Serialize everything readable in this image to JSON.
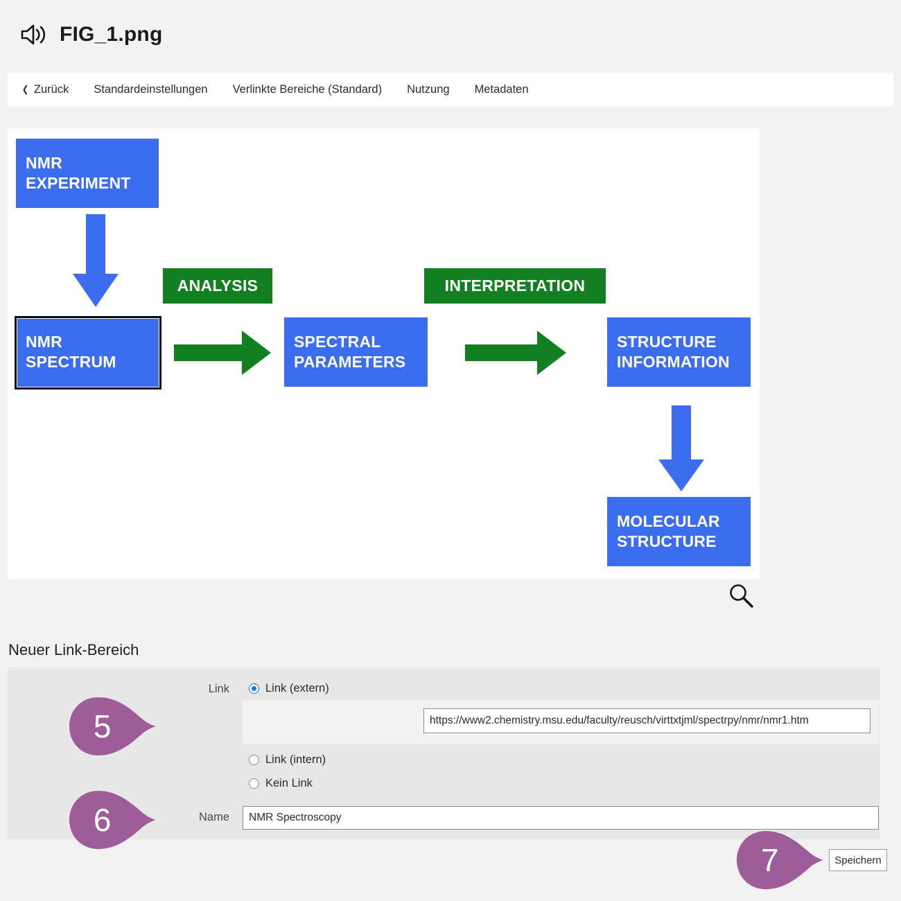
{
  "header": {
    "icon": "speaker-icon",
    "title": "FIG_1.png"
  },
  "nav": {
    "back_label": "Zurück",
    "back_chevron": "❮",
    "items": [
      "Standardeinstellungen",
      "Verlinkte Bereiche (Standard)",
      "Nutzung",
      "Metadaten"
    ]
  },
  "image_panel": {
    "zoom_icon": "magnifier-icon",
    "diagram": {
      "blue_color": "#3c6df0",
      "green_color": "#128020",
      "boxes": [
        {
          "id": "nmr-experiment",
          "lines": [
            "NMR",
            "EXPERIMENT"
          ],
          "kind": "blue",
          "selected": false
        },
        {
          "id": "nmr-spectrum",
          "lines": [
            "NMR",
            "SPECTRUM"
          ],
          "kind": "blue",
          "selected": true
        },
        {
          "id": "spectral-parameters",
          "lines": [
            "SPECTRAL",
            "PARAMETERS"
          ],
          "kind": "blue",
          "selected": false
        },
        {
          "id": "structure-information",
          "lines": [
            "STRUCTURE",
            "INFORMATION"
          ],
          "kind": "blue",
          "selected": false
        },
        {
          "id": "molecular-structure",
          "lines": [
            "MOLECULAR",
            "STRUCTURE"
          ],
          "kind": "blue",
          "selected": false
        },
        {
          "id": "analysis",
          "lines": [
            "ANALYSIS"
          ],
          "kind": "green",
          "selected": false
        },
        {
          "id": "interpretation",
          "lines": [
            "INTERPRETATION"
          ],
          "kind": "green",
          "selected": false
        }
      ],
      "arrows": [
        {
          "id": "arrow-down-experiment-to-spectrum",
          "dir": "down",
          "color": "#3c6df0"
        },
        {
          "id": "arrow-right-spectrum-to-parameters",
          "dir": "right",
          "color": "#128020"
        },
        {
          "id": "arrow-right-parameters-to-structure",
          "dir": "right",
          "color": "#128020"
        },
        {
          "id": "arrow-down-structure-to-molecular",
          "dir": "down",
          "color": "#3c6df0"
        }
      ]
    }
  },
  "section": {
    "heading": "Neuer Link-Bereich"
  },
  "form": {
    "link_label": "Link",
    "name_label": "Name",
    "radios": [
      {
        "id": "link-extern",
        "label": "Link (extern)",
        "selected": true
      },
      {
        "id": "link-intern",
        "label": "Link (intern)",
        "selected": false
      },
      {
        "id": "kein-link",
        "label": "Kein Link",
        "selected": false
      }
    ],
    "url_value": "https://www2.chemistry.msu.edu/faculty/reusch/virttxtjml/spectrpy/nmr/nmr1.htm",
    "name_value": "NMR Spectroscopy",
    "save_label": "Speichern"
  },
  "markers": {
    "color": "#9e5c99",
    "items": [
      {
        "id": "marker-5",
        "number": "5"
      },
      {
        "id": "marker-6",
        "number": "6"
      },
      {
        "id": "marker-7",
        "number": "7"
      }
    ]
  }
}
